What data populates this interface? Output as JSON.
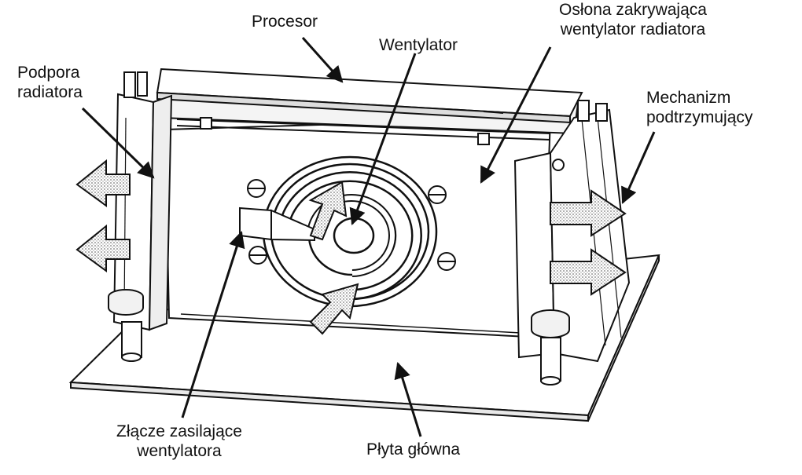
{
  "labels": {
    "procesor": "Procesor",
    "oslona_line1": "Osłona zakrywająca",
    "oslona_line2": "wentylator radiatora",
    "wentylator": "Wentylator",
    "podpora_line1": "Podpora",
    "podpora_line2": "radiatora",
    "mechanizm_line1": "Mechanizm",
    "mechanizm_line2": "podtrzymujący",
    "zlacze_line1": "Złącze zasilające",
    "zlacze_line2": "wentylatora",
    "plyta": "Płyta główna"
  }
}
